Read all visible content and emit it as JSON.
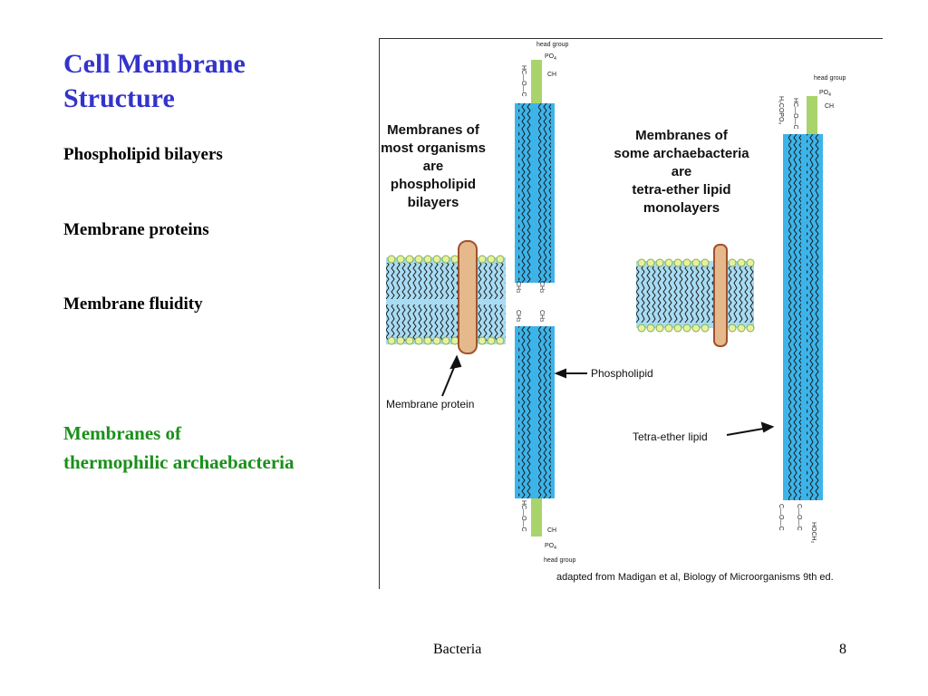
{
  "slide": {
    "title_line1": "Cell Membrane",
    "title_line2": "Structure",
    "bullets": [
      "Phospholipid bilayers",
      "Membrane proteins",
      "Membrane fluidity"
    ],
    "highlight_line1": "Membranes of",
    "highlight_line2": "thermophilic archaebacteria",
    "footer_center": "Bacteria",
    "page_number": "8"
  },
  "figure": {
    "left_heading": [
      "Membranes of",
      "most organisms",
      "are",
      "phospholipid",
      "bilayers"
    ],
    "right_heading": [
      "Membranes of",
      "some archaebacteria",
      "are",
      "tetra-ether lipid",
      "monolayers"
    ],
    "label_protein": "Membrane protein",
    "label_phospholipid": "Phospholipid",
    "label_tetraether": "Tetra-ether lipid",
    "head_group": "head group",
    "po4": "PO",
    "po4_sub": "4",
    "ch": "CH",
    "ch3": "CH",
    "ch3_sub": "3",
    "hc_o_c": "HC—O—C",
    "c_o_c": "C—O—C",
    "h2c_o_c": "H₂C—O—C",
    "h2copo3": "H₂COPO₃",
    "hoch2": "HOCH₂",
    "credit": "adapted from Madigan et al, Biology of Microorganisms 9th ed.",
    "colors": {
      "lipid_blue": "#3cb4ea",
      "lipid_light": "#a8dcf4",
      "head_green": "#a9d46b",
      "head_yellow": "#e8f0a0",
      "protein": "#e6b98c",
      "protein_edge": "#a0522d"
    }
  }
}
